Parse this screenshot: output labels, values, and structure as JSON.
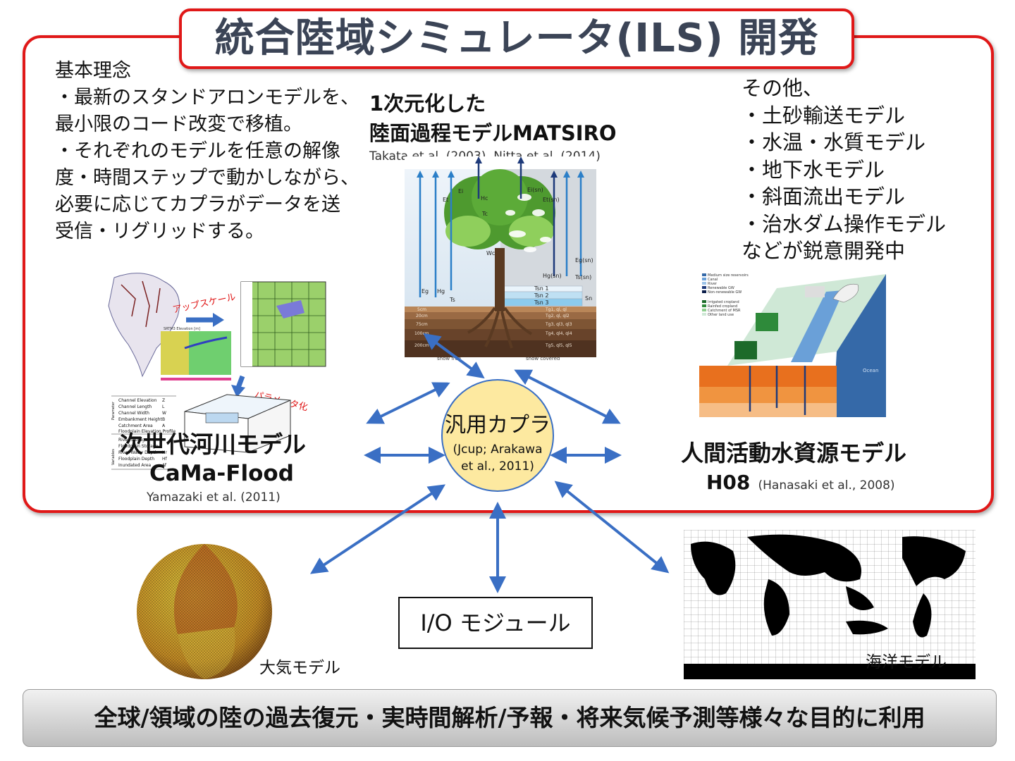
{
  "title": "統合陸域シミュレータ(ILS) 開発",
  "philosophy": {
    "heading": "基本理念",
    "lines": [
      "・最新のスタンドアロンモデルを、",
      "最小限のコード改変で移植。",
      "・それぞれのモデルを任意の解像",
      "度・時間ステップで動かしながら、",
      "必要に応じてカプラがデータを送",
      "受信・リグリッドする。"
    ]
  },
  "matsiro": {
    "line1": "1次元化した",
    "line2": "陸面過程モデルMATSIRO",
    "cite": "Takata et al. (2003), Nitta et al. (2014)",
    "labels": {
      "et": "Et",
      "ei": "Ei",
      "hc": "Hc",
      "tc": "Tc",
      "wc": "Wc",
      "ei_sn": "Ei(sn)",
      "et_sn": "Et(sn)",
      "eg_sn": "Eg(sn)",
      "hg_sn": "Hg(sn)",
      "ts_sn": "Ts(sn)",
      "eg": "Eg",
      "hg": "Hg",
      "ts": "Ts",
      "sn": "Sn",
      "tsn1": "Tsn 1",
      "tsn2": "Tsn 2",
      "tsn3": "Tsn 3",
      "d5": "5cm",
      "d20": "20cm",
      "d75": "75cm",
      "d100": "100cm",
      "d200": "200cm",
      "tg1": "Tg1, ql, ql",
      "tg2": "Tg2, ql, ql2",
      "tg3": "Tg3, ql3, ql3",
      "tg4": "Tg4, ql4, ql4",
      "tg5": "Tg5, ql5, ql5",
      "snow_free": "snow free",
      "snow_covered": "snow covered"
    }
  },
  "others": {
    "heading": "その他、",
    "items": [
      "・土砂輸送モデル",
      "・水温・水質モデル",
      "・地下水モデル",
      "・斜面流出モデル",
      "・治水ダム操作モデル"
    ],
    "footer": "などが鋭意開発中"
  },
  "river": {
    "upscale": "アップスケール",
    "parameterize": "パラメータ化",
    "name1": "次世代河川モデル",
    "name2": "CaMa-Flood",
    "cite": "Yamazaki et al. (2011)",
    "table": {
      "parameter_group": "Parameter",
      "variables_group": "Variables",
      "rows": [
        [
          "Channel Elevation",
          "Z"
        ],
        [
          "Channel Length",
          "L"
        ],
        [
          "Channel Width",
          "W"
        ],
        [
          "Embankment Height",
          "B"
        ],
        [
          "Catchment Area",
          "A"
        ],
        [
          "Floodplain Elevation Profile",
          ""
        ],
        [
          "River Storage",
          ""
        ],
        [
          "Floodplain Storage",
          ""
        ],
        [
          "River Water Depth",
          "Hr"
        ],
        [
          "Floodplain Depth",
          "Hf"
        ],
        [
          "Inundated Area",
          "Af"
        ]
      ],
      "map_title": "SRTM3 Elevation [m]"
    }
  },
  "coupler": {
    "name": "汎用カプラ",
    "cite_line1": "(Jcup; Arakawa",
    "cite_line2": "et al., 2011)"
  },
  "h08": {
    "name1": "人間活動水資源モデル",
    "name2": "H08",
    "cite": "(Hanasaki et al., 2008)",
    "legend": [
      "Medium size reservoirs",
      "Canal",
      "River",
      "Renewable GW",
      "Non-renewable GW",
      "Irrigated cropland",
      "Rainfed cropland",
      "Catchment of MSR",
      "Other land use"
    ],
    "ocean": "Ocean"
  },
  "io": {
    "label": "I/O モジュール"
  },
  "atmosphere": {
    "label": "大気モデル"
  },
  "ocean": {
    "label": "海洋モデル"
  },
  "footer": {
    "text": "全球/領域の陸の過去復元・実時間解析/予報・将来気候予測等様々な目的に利用"
  },
  "colors": {
    "frame_red": "#e01818",
    "arrow_blue": "#3a6fc4",
    "coupler_fill": "#fde9a0",
    "title_text": "#3b4456"
  }
}
